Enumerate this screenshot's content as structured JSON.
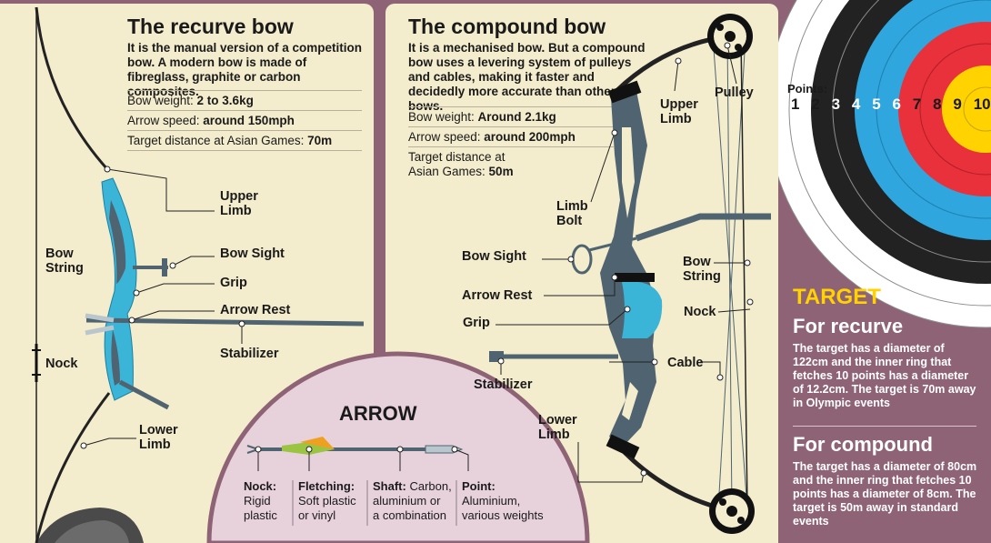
{
  "recurve": {
    "title": "The recurve bow",
    "intro": "It is the manual version of a competition bow. A modern bow is made of fibreglass, graphite or carbon composites.",
    "rows": [
      {
        "label": "Bow weight: ",
        "value": "2 to 3.6kg"
      },
      {
        "label": "Arrow speed: ",
        "value": "around 150mph"
      },
      {
        "label": "Target distance at Asian Games: ",
        "value": "70m"
      }
    ],
    "labels": {
      "upper_limb": "Upper\nLimb",
      "bow_string": "Bow\nString",
      "bow_sight": "Bow Sight",
      "grip": "Grip",
      "arrow_rest": "Arrow Rest",
      "stabilizer": "Stabilizer",
      "nock": "Nock",
      "lower_limb": "Lower\nLimb"
    }
  },
  "compound": {
    "title": "The compound bow",
    "intro": "It is a mechanised bow. But a compound bow uses a levering system of pulleys and cables, making it faster and decidedly more accurate than other bows.",
    "rows": [
      {
        "label": "Bow weight: ",
        "value": "Around 2.1kg"
      },
      {
        "label": "Arrow speed: ",
        "value": "around 200mph"
      },
      {
        "label": "Target distance at\nAsian Games: ",
        "value": "50m"
      }
    ],
    "labels": {
      "upper_limb": "Upper\nLimb",
      "pulley": "Pulley",
      "limb_bolt": "Limb\nBolt",
      "bow_sight": "Bow Sight",
      "bow_string": "Bow\nString",
      "arrow_rest": "Arrow Rest",
      "nock": "Nock",
      "grip": "Grip",
      "cable": "Cable",
      "stabilizer": "Stabilizer",
      "lower_limb": "Lower\nLimb"
    }
  },
  "arrow": {
    "title": "ARROW",
    "parts": [
      {
        "name": "Nock:",
        "desc": "Rigid\nplastic"
      },
      {
        "name": "Fletching:",
        "desc": "Soft plastic\nor vinyl"
      },
      {
        "name": "Shaft:",
        "desc": " Carbon,\naluminium or\na combination"
      },
      {
        "name": "Point:",
        "desc": "\nAluminium,\nvarious weights"
      }
    ]
  },
  "target": {
    "points_label": "Points:",
    "points": [
      "1",
      "2",
      "3",
      "4",
      "5",
      "6",
      "7",
      "8",
      "9",
      "10"
    ],
    "title": "TARGET",
    "recurve_heading": "For recurve",
    "recurve_text": "The target has a diameter of 122cm and the inner ring that fetches 10 points has a diameter of 12.2cm. The target is 70m away in Olympic events",
    "compound_heading": "For compound",
    "compound_text": "The target has a diameter of 80cm and the inner ring that fetches 10 points has a diameter of 8cm. The target is 50m away in standard events"
  },
  "colors": {
    "panel": "#f3eccd",
    "background": "#8e6375",
    "recurve_accent": "#3ab5d8",
    "compound_body": "#4f6470",
    "target_yellow": "#ffd200",
    "target_red": "#e8313a",
    "target_blue": "#2fa6de",
    "target_black": "#222222",
    "target_white": "#ffffff"
  }
}
